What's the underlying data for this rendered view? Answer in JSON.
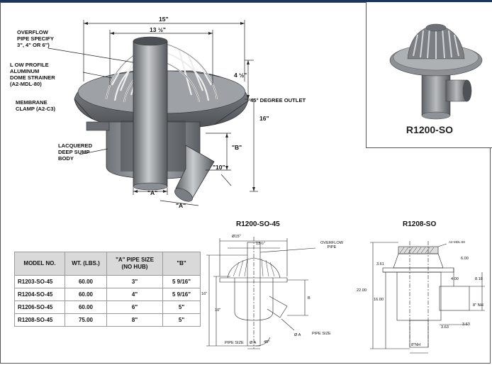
{
  "main_drawing": {
    "dim_overall": "15\"",
    "dim_dome": "13 ½\"",
    "dim_4_5": "4 ½\"",
    "dim_16": "16\"",
    "dim_b": "\"B\"",
    "dim_10": "\"10\"",
    "dim_a1": "\"A\"",
    "dim_a2": "\"A\"",
    "callout_overflow": "OVERFLOW\nPIPE SPECIFY\n3\", 4\" OR 6\")",
    "callout_dome": "L OW PROFILE\nALUMINUM\nDOME STRAINER\n(A2-MDL-80)",
    "callout_clamp": "MEMBRANE\nCLAMP (A2-C3)",
    "callout_body": "LACQUERED\nDEEP SUMP\nBODY",
    "callout_outlet": "45° DEGREE OUTLET"
  },
  "inset": {
    "title": "R1200-SO"
  },
  "spec_table": {
    "headers": [
      "MODEL NO.",
      "WT. (LBS.)",
      "\"A\" PIPE SIZE\n(NO HUB)",
      "\"B\""
    ],
    "rows": [
      [
        "R1203-SO-45",
        "60.00",
        "3\"",
        "5 9/16\""
      ],
      [
        "R1204-SO-45",
        "60.00",
        "4\"",
        "5 9/16\""
      ],
      [
        "R1206-SO-45",
        "60.00",
        "6\"",
        "5\""
      ],
      [
        "R1208-SO-45",
        "75.00",
        "8\"",
        "5\""
      ]
    ]
  },
  "drawing_45": {
    "title": "R1200-SO-45",
    "d15": "Ø15\"",
    "d13": "13½\"",
    "overflow": "OVERFLOW\nPIPE",
    "d16": "16\"",
    "d10": "10\"",
    "b": "B",
    "pipe_size_right": "PIPE SIZE",
    "pipe_size_bottom": "PIPE SIZE",
    "phi_a_bottom": "Ø A",
    "phi_a_right": "Ø A",
    "deg": "45°"
  },
  "drawing_08": {
    "title": "R1208-SO",
    "strainer": "A2-MDL-80",
    "v600": "6.00",
    "v361": "3.61",
    "v400": "4.00",
    "v818": "8.18",
    "v2200": "22.00",
    "v1600": "16.00",
    "nh8_right": "8\" NH",
    "v363a": "3.63",
    "v363b": "3.63",
    "nh8_bottom": "8\"NH"
  }
}
